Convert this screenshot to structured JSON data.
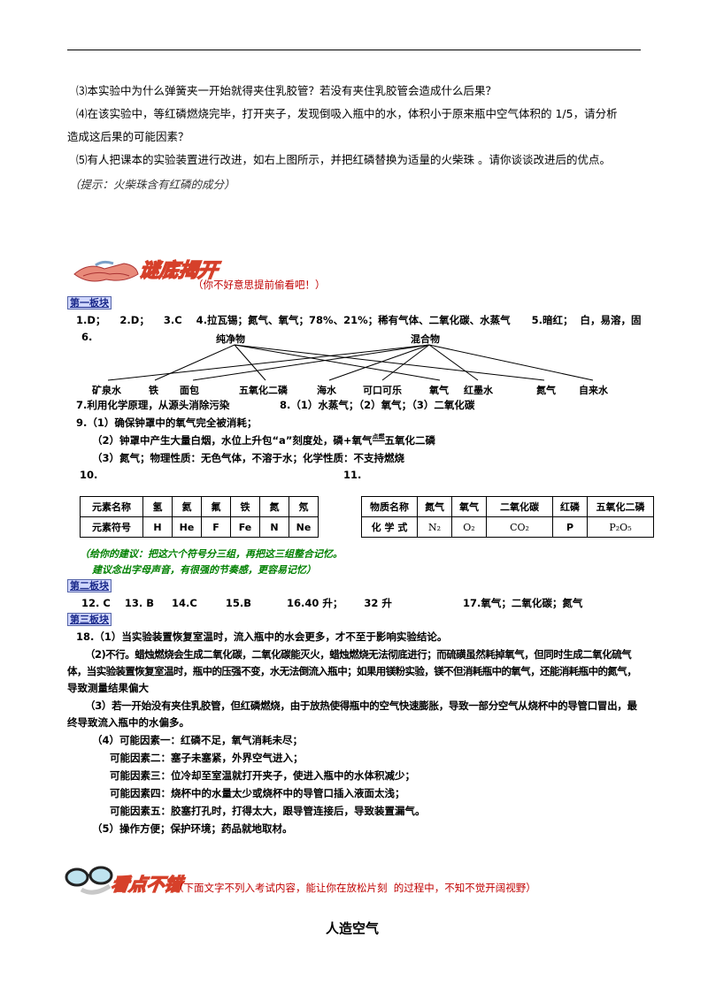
{
  "questions": {
    "q3": "⑶本实验中为什么弹簧夹一开始就得夹住乳胶管？若没有夹住乳胶管会造成什么后果？",
    "q4a": "⑷在该实验中，等红磷燃烧完毕，打开夹子，发现倒吸入瓶中的水，体积小于原来瓶中空气体积的 1/5，请分析",
    "q4b": "造成这后果的可能因素？",
    "q5": "⑸有人把课本的实验装置进行改进，如右上图所示，并把红磷替换为适量的火柴珠 。请你谈谈改进后的优点。",
    "hint": "（提示：火柴珠含有红磷的成分）"
  },
  "answers_banner": {
    "title": "谜底揭开",
    "note": "（你不好意思提前偷看吧！）"
  },
  "section1": {
    "tag": "第一板块",
    "line1": "1.D；    2.D；    3.C    4.拉瓦锡；氮气、氧气；78%、21%；稀有气体、二氧化碳、水蒸气      5.暗红；  白，易溶，固",
    "label6": "6.",
    "pure": "纯净物",
    "mixture": "混合物",
    "items": [
      "矿泉水",
      "铁",
      "面包",
      "五氧化二磷",
      "海水",
      "可口可乐",
      "氧气",
      "红墨水",
      "氮气",
      "自来水"
    ],
    "line7": "7.利用化学原理，从源头消除污染",
    "line8": "8.（1）水蒸气；（2）氧气；（3）二氧化碳",
    "line9": "9.（1）确保钟罩中的氧气完全被消耗；",
    "line9b_pre": "（2）钟罩中产生大量白烟，水位上升包“a”刻度处，磷+氧气",
    "line9b_cond": "点燃",
    "line9b_post": "五氧化二磷",
    "line9c": "（3）氮气；物理性质：无色气体，不溶于水；化学性质：不支持燃烧",
    "label10": "10.",
    "label11": "11.",
    "table10": {
      "row1": [
        "元素名称",
        "氢",
        "氦",
        "氟",
        "铁",
        "氮",
        "氖"
      ],
      "row2": [
        "元素符号",
        "H",
        "He",
        "F",
        "Fe",
        "N",
        "Ne"
      ]
    },
    "table11": {
      "row1": [
        "物质名称",
        "氮气",
        "氧气",
        "二氧化碳",
        "红磷",
        "五氧化二磷"
      ],
      "row2": [
        "化 学 式",
        "N₂",
        "O₂",
        "CO₂",
        "P",
        "P₂O₅"
      ]
    },
    "advice1": "（给你的建议：把这六个符号分三组，再把这三组整合记忆。",
    "advice2": "建议念出字母声音，有很强的节奏感，更容易记忆）"
  },
  "section2": {
    "tag": "第二板块",
    "line": "12. C    13. B     14.C        15.B          16.40 升；      32 升                    17.氧气；二氧化碳；氮气"
  },
  "section3": {
    "tag": "第三板块",
    "l18_1": "18.（1）当实验装置恢复室温时，流入瓶中的水会更多，才不至于影响实验结论。",
    "l18_2a": "（2)不行。蜡烛燃烧会生成二氧化碳，二氧化碳能灭火，蜡烛燃烧无法彻底进行；而硫磺虽然耗掉氧气，但同时生成二氧化硫气",
    "l18_2b": "体，当实验装置恢复室温时，瓶中的压强不变，水无法倒流入瓶中；如果用镁粉实验，镁不但消耗瓶中的氧气，还能消耗瓶中的氮气，",
    "l18_2c": "导致测量结果偏大",
    "l18_3a": "（3）若一开始没有夹住乳胶管，但红磷燃烧，由于放热使得瓶中的空气快速膨胀，导致一部分空气从烧杯中的导管口冒出，最",
    "l18_3b": "终导致流入瓶中的水偏多。",
    "l18_4": [
      "（4）可能因素一：红磷不足，氧气消耗未尽；",
      "可能因素二：塞子未塞紧，外界空气进入；",
      "可能因素三：位冷却至室温就打开夹子，使进入瓶中的水体积减少；",
      "可能因素四：烧杯中的水量太少或烧杯中的导管口插入液面太浅；",
      "可能因素五：胶塞打孔时，打得太大，跟导管连接后，导致装置漏气。"
    ],
    "l18_5": "（5）操作方便；保护环境；药品就地取材。"
  },
  "footer_banner": {
    "title": "看点不错",
    "note": "（下面文字不列入考试内容，能让你在放松片刻  的过程中，不知不觉开阔视野）"
  },
  "article_title": "人造空气",
  "colors": {
    "banner_red": "#d6402a",
    "tag_bg": "#d0d7ff",
    "advice_green": "#008000",
    "note_red": "#c00000"
  }
}
